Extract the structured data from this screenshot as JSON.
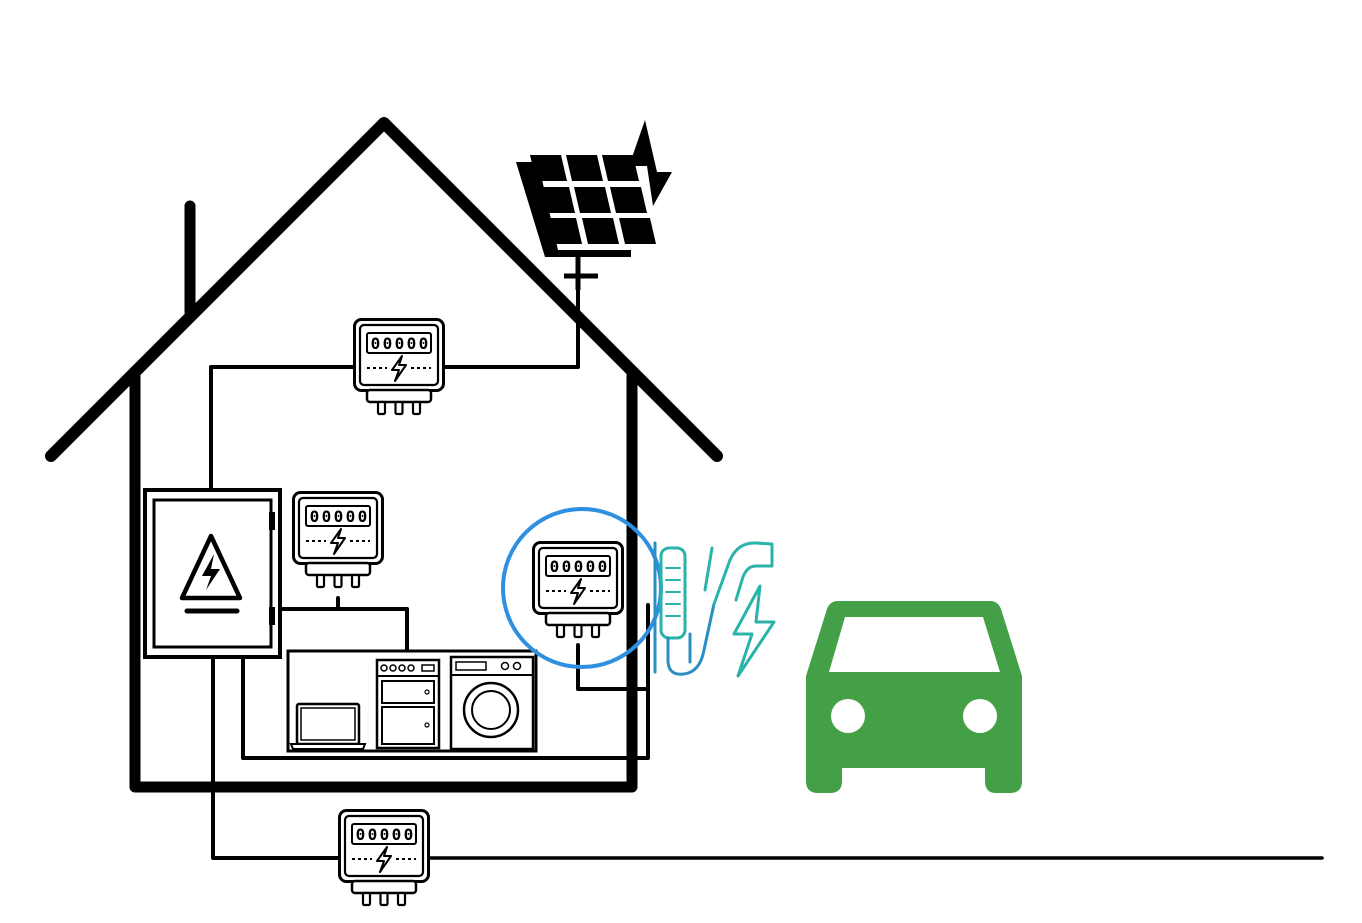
{
  "diagram": {
    "meter_display": [
      "0",
      "0",
      "0",
      "0",
      "0"
    ],
    "colors": {
      "background": "#ffffff",
      "stroke": "#000000",
      "car": "#43a047",
      "charger_teal": "#2ab3a8",
      "charger_blue": "#2a8fc0",
      "highlight_ring": "#2f8fe0"
    },
    "icons": {
      "house": "house-outline-icon",
      "chimney": "chimney-icon",
      "solar_panel": "solar-panel-icon",
      "solar_bolt": "lightning-bolt-icon",
      "distribution_board": "high-voltage-cabinet-icon",
      "meter": "electricity-meter-icon",
      "laptop": "laptop-icon",
      "stove": "stove-icon",
      "washing_machine": "washing-machine-icon",
      "ev_charger": "ev-charger-icon",
      "car": "car-icon"
    },
    "meters": [
      {
        "id": "pv",
        "role": "solar-production-meter"
      },
      {
        "id": "household",
        "role": "household-consumption-meter"
      },
      {
        "id": "ev",
        "role": "ev-charger-meter",
        "highlighted": true
      },
      {
        "id": "grid",
        "role": "grid-connection-meter"
      }
    ]
  }
}
